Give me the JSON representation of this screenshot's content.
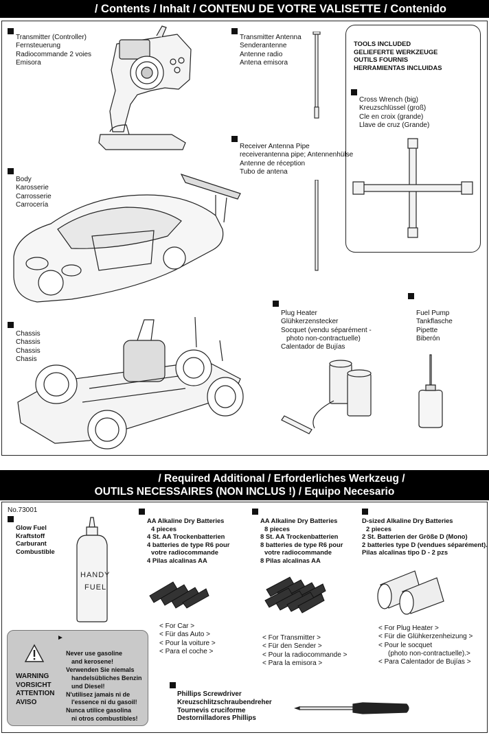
{
  "header_top": "/ Contents / Inhalt  / CONTENU DE VOTRE VALISETTE / Contenido",
  "header_bottom": {
    "line1": "/ Required Additional / Erforderliches Werkzeug /",
    "line2": "OUTILS NECESSAIRES (NON INCLUS !) / Equipo Necesario"
  },
  "contents": {
    "transmitter": [
      "Transmitter (Controller)",
      "Fernsteuerung",
      "Radiocommande 2 voies",
      "Emisora"
    ],
    "transmitter_antenna": [
      "Transmitter Antenna",
      "Senderantenne",
      "Antenne radio",
      "Antena emisora"
    ],
    "receiver_antenna_pipe": [
      "Receiver Antenna Pipe",
      "receiverantenna pipe; Antennenhülse",
      "Antenne de réception",
      "Tubo de antena"
    ],
    "body": [
      "Body",
      "Karosserie",
      "Carrosserie",
      "Carrocería"
    ],
    "chassis": [
      "Chassis",
      "Chassis",
      "Chassis",
      "Chasis"
    ],
    "plug_heater": [
      "Plug Heater",
      "Glühkerzenstecker",
      "Socquet (vendu séparément -",
      "photo non-contractuelle)",
      "Calentador de Bujías"
    ],
    "fuel_pump": [
      "Fuel Pump",
      "Tankflasche",
      "Pipette",
      "Biberón"
    ],
    "tools_header": [
      "TOOLS INCLUDED",
      "GELIEFERTE WERKZEUGE",
      "OUTILS FOURNIS",
      "HERRAMIENTAS INCLUIDAS"
    ],
    "cross_wrench": [
      "Cross Wrench (big)",
      "Kreuzschlüssel (groß)",
      "Cle en croix (grande)",
      "Llave de cruz (Grande)"
    ]
  },
  "required": {
    "part_number": "No.73001",
    "glow_fuel": [
      "Glow Fuel",
      "Kraftstoff",
      "Carburant",
      "Combustible"
    ],
    "fuel_bottle_label": [
      "HANDY",
      "FUEL"
    ],
    "aa4": [
      "AA Alkaline Dry Batteries",
      "4 pieces",
      "4 St. AA Trockenbatterien",
      "4 batteries de type R6 pour",
      "votre radiocommande",
      "4 Pilas alcalinas AA"
    ],
    "aa4_for": [
      "< For Car >",
      "< Für das Auto >",
      "< Pour la voiture >",
      "< Para el coche >"
    ],
    "aa8": [
      "AA Alkaline Dry Batteries",
      "8 pieces",
      "8 St. AA Trockenbatterien",
      "8 batteries de type R6 pour",
      "votre radiocommande",
      "8 Pilas alcalinas AA"
    ],
    "aa8_for": [
      "< For Transmitter >",
      "< Für den Sender >",
      "< Pour la radiocommande >",
      "< Para la emisora >"
    ],
    "d2": [
      "D-sized Alkaline Dry Batteries",
      "2 pieces",
      "2 St. Batterien der Größe D (Mono)",
      "2 batteries type D (vendues séparément).",
      "Pilas alcalinas tipo D - 2 pzs"
    ],
    "d2_for": [
      "< For Plug Heater >",
      "< Für die Glühkerzenheizung >",
      "< Pour le socquet",
      "(photo non-contractuelle).>",
      "< Para Calentador de Bujías >"
    ],
    "screwdriver": [
      "Phillips Screwdriver",
      "Kreuzschlitzschraubendreher",
      "Tournevis cruciforme",
      "Destornilladores Phillips"
    ],
    "warning_words": [
      "WARNING",
      "VORSICHT",
      "ATTENTION",
      "AVISO"
    ],
    "warning_text": [
      "Never use gasoline",
      "and kerosene!",
      "Verwenden Sie niemals",
      "handelsübliches Benzin",
      "und Diesel!",
      "N'utilisez jamais ni de",
      "l'essence ni du gasoil!",
      "Nunca utilice gasolina",
      "ni otros combustibles!"
    ]
  }
}
